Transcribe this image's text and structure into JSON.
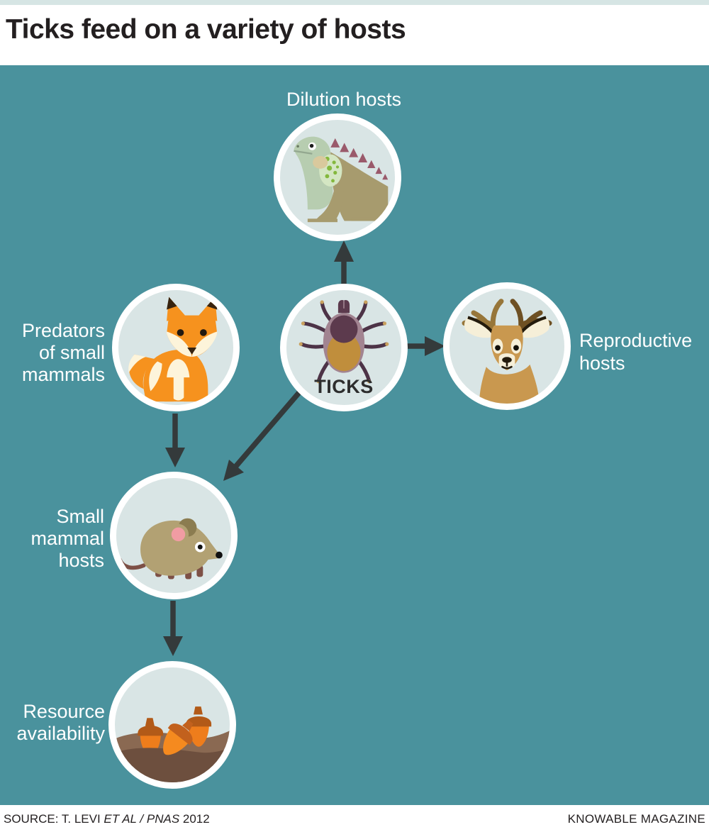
{
  "header": {
    "title": "Ticks feed on a variety of hosts"
  },
  "diagram": {
    "nodes": {
      "dilution": {
        "label": "Dilution hosts",
        "icon": "iguana-icon"
      },
      "ticks": {
        "label": "TICKS",
        "icon": "tick-icon"
      },
      "predators": {
        "label": "Predators\nof small\nmammals",
        "icon": "fox-icon"
      },
      "reproductive": {
        "label": "Reproductive\nhosts",
        "icon": "deer-icon"
      },
      "small_mammals": {
        "label": "Small\nmammal\nhosts",
        "icon": "mouse-icon"
      },
      "resources": {
        "label": "Resource\navailability",
        "icon": "acorns-icon"
      }
    },
    "edges": [
      {
        "from": "ticks",
        "to": "dilution"
      },
      {
        "from": "ticks",
        "to": "reproductive"
      },
      {
        "from": "ticks",
        "to": "small_mammals"
      },
      {
        "from": "predators",
        "to": "small_mammals"
      },
      {
        "from": "small_mammals",
        "to": "resources"
      }
    ]
  },
  "footer": {
    "source_prefix": "SOURCE: T. LEVI ",
    "source_italic": "ET AL / PNAS",
    "source_suffix": " 2012",
    "brand": "KNOWABLE MAGAZINE"
  },
  "colors": {
    "panel_background": "#4a929d",
    "top_strip": "#d6e5e4",
    "circle_fill": "#d9e5e5",
    "circle_ring": "#ffffff",
    "arrow": "#343a3b",
    "title_text": "#231f20",
    "label_text": "#ffffff",
    "ticks_label_text": "#2d2d2d"
  }
}
